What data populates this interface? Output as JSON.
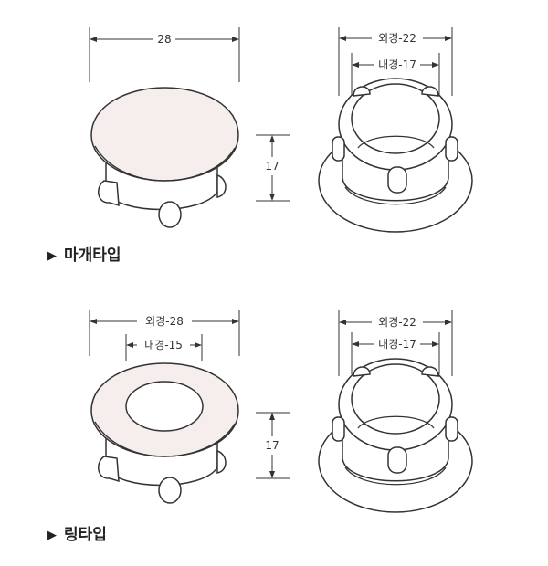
{
  "sections": [
    {
      "label": "마개타입",
      "bullet": "▶",
      "front": {
        "width": "28",
        "height": "17"
      },
      "back": {
        "outer": "외경-22",
        "inner": "내경-17"
      }
    },
    {
      "label": "링타입",
      "bullet": "▶",
      "front": {
        "width": "외경-28",
        "inner": "내경-15",
        "height": "17"
      },
      "back": {
        "outer": "외경-22",
        "inner": "내경-17"
      }
    }
  ],
  "colors": {
    "cap_fill": "#f6eded",
    "stroke": "#333333"
  }
}
